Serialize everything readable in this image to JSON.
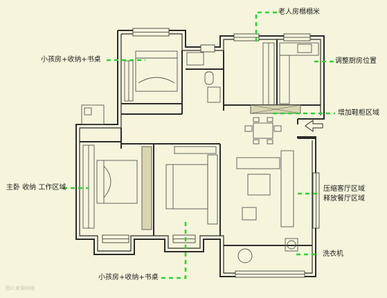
{
  "annotations": {
    "elderly_room": "老人房榻榻米",
    "child_room_top": "小孩房+收纳+书桌",
    "kitchen": "调整厨房位置",
    "shoe_cabinet": "增加鞋柜区域",
    "master_bedroom": "主卧 收纳 工作区域",
    "living_room_line1": "压缩客厅区域",
    "living_room_line2": "释放餐厅区域",
    "laundry": "洗衣机",
    "child_room_bottom": "小孩房+收纳+书桌"
  },
  "watermark": "图片来源网络",
  "colors": {
    "background": "#f6f5dc",
    "wall": "#2b2b2b",
    "callout": "#2fd12f",
    "furniture": "#555555"
  }
}
